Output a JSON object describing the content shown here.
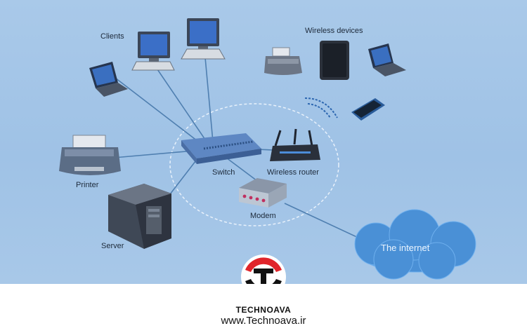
{
  "diagram": {
    "labels": {
      "clients": "Clients",
      "wireless_devices": "Wireless devices",
      "printer": "Printer",
      "server": "Server",
      "switch": "Switch",
      "wireless_router": "Wireless router",
      "modem": "Modem",
      "internet": "The internet"
    }
  },
  "branding": {
    "name": "TECHNOAVA",
    "url": "www.Technoava.ir",
    "logo_letter": "T",
    "colors": {
      "logo_red": "#e0242a",
      "logo_black": "#111111"
    }
  }
}
